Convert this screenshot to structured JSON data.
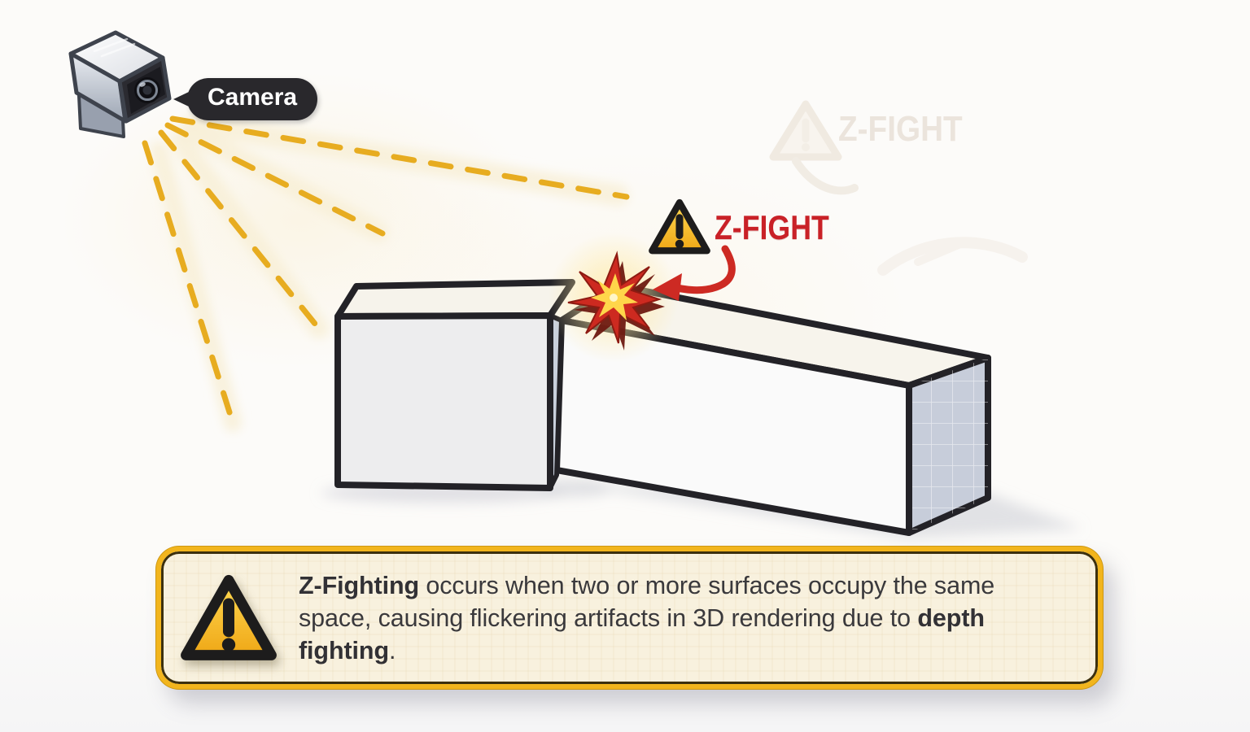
{
  "camera": {
    "label": "Camera"
  },
  "warning": {
    "label": "Z-FIGHT"
  },
  "ghost": {
    "label": "Z-FIGHT"
  },
  "infobox": {
    "lines": [
      {
        "segments": [
          {
            "t": "Z-Fighting",
            "bold": true
          },
          {
            "t": " occurs when two or more surfaces occupy the same",
            "bold": false
          }
        ]
      },
      {
        "segments": [
          {
            "t": "space, causing flickering artifacts in 3D rendering due to ",
            "bold": false
          },
          {
            "t": "depth",
            "bold": true
          }
        ]
      },
      {
        "segments": [
          {
            "t": "fighting",
            "bold": true
          },
          {
            "t": ".",
            "bold": false
          }
        ]
      }
    ]
  },
  "icons": {
    "camera_3d": "📷",
    "warning_triangle": "⚠",
    "collision_spark": "✴",
    "curved_arrow": "➥",
    "view_rays": "╱"
  },
  "colors": {
    "background": "#fcfbf9",
    "ray_gold": "#e7ac20",
    "zfight_red": "#c92127",
    "arrow_red": "#cd2a23",
    "warning_yellow_top": "#ffd952",
    "warning_yellow_bottom": "#efa716",
    "outline_dark": "#232227",
    "box_front_left": "#ededee",
    "box_front_right": "#fafafa",
    "box_top": "#f6f3eb",
    "box_side_blue": "#c7cdda",
    "bubble_dark": "#29282c",
    "infobox_bg": "#f8f1de",
    "infobox_border": "#f2b51d",
    "spark_red": "#cd2a20",
    "spark_yellow": "#ffd64a"
  }
}
